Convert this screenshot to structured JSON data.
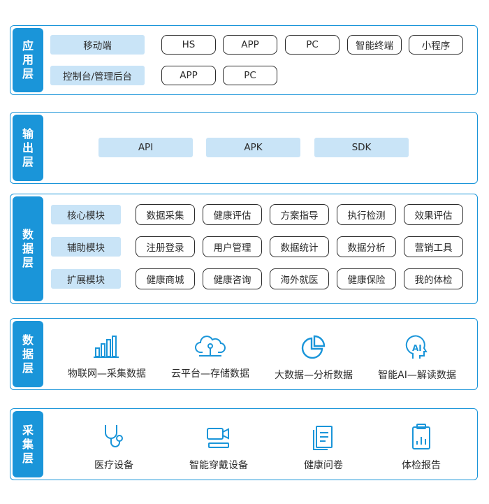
{
  "colors": {
    "accent": "#1a95d9",
    "category_fill": "#c9e4f7",
    "outline": "#2b2b2b"
  },
  "app_layer": {
    "title": "应用层",
    "rows": [
      {
        "category": "移动端",
        "items": [
          "HS",
          "APP",
          "PC",
          "智能终端",
          "小程序"
        ]
      },
      {
        "category": "控制台/管理后台",
        "items": [
          "APP",
          "PC"
        ]
      }
    ]
  },
  "output_layer": {
    "title": "输出层",
    "items": [
      "API",
      "APK",
      "SDK"
    ]
  },
  "data_layer": {
    "title": "数据层",
    "rows": [
      {
        "category": "核心模块",
        "items": [
          "数据采集",
          "健康评估",
          "方案指导",
          "执行检测",
          "效果评估"
        ]
      },
      {
        "category": "辅助模块",
        "items": [
          "注册登录",
          "用户管理",
          "数据统计",
          "数据分析",
          "营销工具"
        ]
      },
      {
        "category": "扩展模块",
        "items": [
          "健康商城",
          "健康咨询",
          "海外就医",
          "健康保险",
          "我的体检"
        ]
      }
    ]
  },
  "data_layer2": {
    "title": "数据层",
    "items": [
      {
        "icon": "bar-chart-icon",
        "label": "物联网—采集数据"
      },
      {
        "icon": "cloud-upload-icon",
        "label": "云平台—存储数据"
      },
      {
        "icon": "pie-chart-icon",
        "label": "大数据—分析数据"
      },
      {
        "icon": "ai-head-icon",
        "label": "智能AI—解读数据"
      }
    ]
  },
  "collect_layer": {
    "title": "采集层",
    "items": [
      {
        "icon": "stethoscope-icon",
        "label": "医疗设备"
      },
      {
        "icon": "wearable-device-icon",
        "label": "智能穿戴设备"
      },
      {
        "icon": "questionnaire-icon",
        "label": "健康问卷"
      },
      {
        "icon": "report-clipboard-icon",
        "label": "体检报告"
      }
    ]
  }
}
